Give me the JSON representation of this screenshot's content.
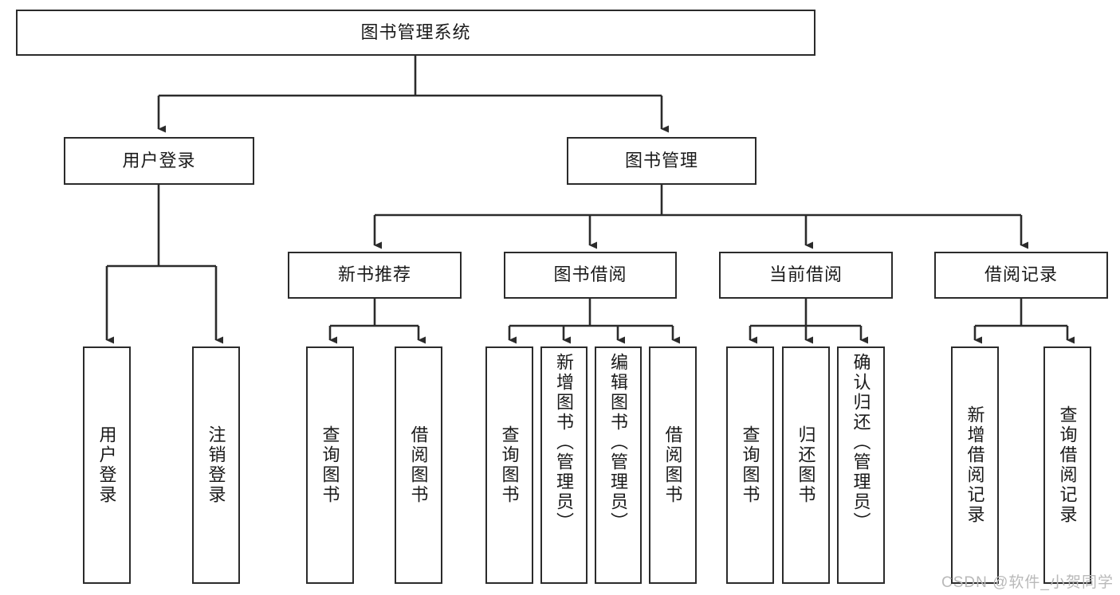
{
  "diagram": {
    "title": "图书管理系统",
    "type": "tree",
    "watermark": "CSDN @软件_小贺同学",
    "colors": {
      "box_border": "#2b2b2b",
      "box_fill": "#ffffff",
      "edge": "#2b2b2b",
      "text": "#1a1a1a",
      "watermark": "#b9b9b9"
    },
    "levels": {
      "root": {
        "label": "图书管理系统"
      },
      "level2": [
        {
          "label": "用户登录"
        },
        {
          "label": "图书管理"
        }
      ],
      "level3": [
        {
          "label": "新书推荐"
        },
        {
          "label": "图书借阅"
        },
        {
          "label": "当前借阅"
        },
        {
          "label": "借阅记录"
        }
      ]
    },
    "leaves": {
      "user_login": [
        {
          "label": "用户登录"
        },
        {
          "label": "注销登录"
        }
      ],
      "new_book_recommend": [
        {
          "label": "查询图书"
        },
        {
          "label": "借阅图书"
        }
      ],
      "book_borrow": [
        {
          "label": "查询图书"
        },
        {
          "label": "新增图书（管理员）"
        },
        {
          "label": "编辑图书（管理员）"
        },
        {
          "label": "借阅图书"
        }
      ],
      "current_borrow": [
        {
          "label": "查询图书"
        },
        {
          "label": "归还图书"
        },
        {
          "label": "确认归还（管理员）"
        }
      ],
      "borrow_record": [
        {
          "label": "新增借阅记录"
        },
        {
          "label": "查询借阅记录"
        }
      ]
    }
  }
}
